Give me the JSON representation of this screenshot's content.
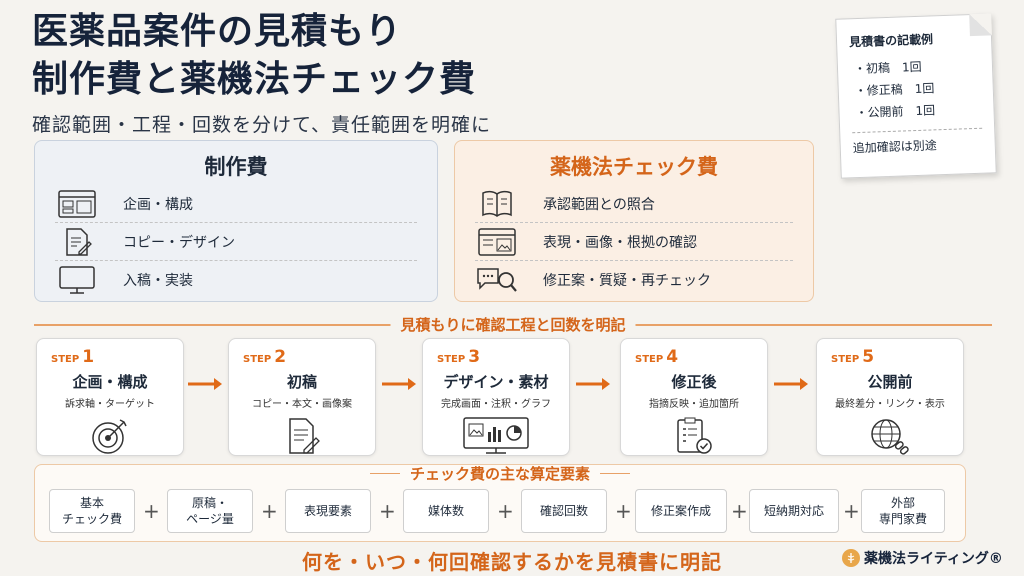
{
  "title_line1": "医薬品案件の見積もり",
  "title_line2": "制作費と薬機法チェック費",
  "subtitle": "確認範囲・工程・回数を分けて、責任範囲を明確に",
  "memo": {
    "title": "見積書の記載例",
    "lines": [
      "・初稿　1回",
      "・修正稿　1回",
      "・公開前　1回"
    ],
    "note": "追加確認は別途"
  },
  "production": {
    "title": "制作費",
    "rows": [
      {
        "icon": "layout-icon",
        "label": "企画・構成"
      },
      {
        "icon": "document-pen-icon",
        "label": "コピー・デザイン"
      },
      {
        "icon": "monitor-icon",
        "label": "入稿・実装"
      }
    ]
  },
  "check": {
    "title": "薬機法チェック費",
    "rows": [
      {
        "icon": "book-icon",
        "label": "承認範囲との照合"
      },
      {
        "icon": "image-browser-icon",
        "label": "表現・画像・根拠の確認"
      },
      {
        "icon": "chat-search-icon",
        "label": "修正案・質疑・再チェック"
      }
    ]
  },
  "divider_label": "見積もりに確認工程と回数を明記",
  "steps": [
    {
      "prefix": "STEP",
      "num": "1",
      "title": "企画・構成",
      "desc": "訴求軸・ターゲット",
      "icon": "target-icon"
    },
    {
      "prefix": "STEP",
      "num": "2",
      "title": "初稿",
      "desc": "コピー・本文・画像案",
      "icon": "document-pen-icon"
    },
    {
      "prefix": "STEP",
      "num": "3",
      "title": "デザイン・素材",
      "desc": "完成画面・注釈・グラフ",
      "icon": "dashboard-icon"
    },
    {
      "prefix": "STEP",
      "num": "4",
      "title": "修正後",
      "desc": "指摘反映・追加箇所",
      "icon": "checklist-icon"
    },
    {
      "prefix": "STEP",
      "num": "5",
      "title": "公開前",
      "desc": "最終差分・リンク・表示",
      "icon": "globe-link-icon"
    }
  ],
  "factors_title": "チェック費の主な算定要素",
  "factors": [
    {
      "line1": "基本",
      "line2": "チェック費"
    },
    {
      "line1": "原稿・",
      "line2": "ページ量"
    },
    {
      "line1": "表現要素",
      "line2": ""
    },
    {
      "line1": "媒体数",
      "line2": ""
    },
    {
      "line1": "確認回数",
      "line2": ""
    },
    {
      "line1": "修正案作成",
      "line2": ""
    },
    {
      "line1": "短納期対応",
      "line2": ""
    },
    {
      "line1": "外部",
      "line2": "専門家費"
    }
  ],
  "plus_sign": "+",
  "bottom_message": "何を・いつ・何回確認するかを見積書に明記",
  "brand": "薬機法ライティング®",
  "colors": {
    "accent": "#d4651a",
    "navy": "#16233a"
  }
}
